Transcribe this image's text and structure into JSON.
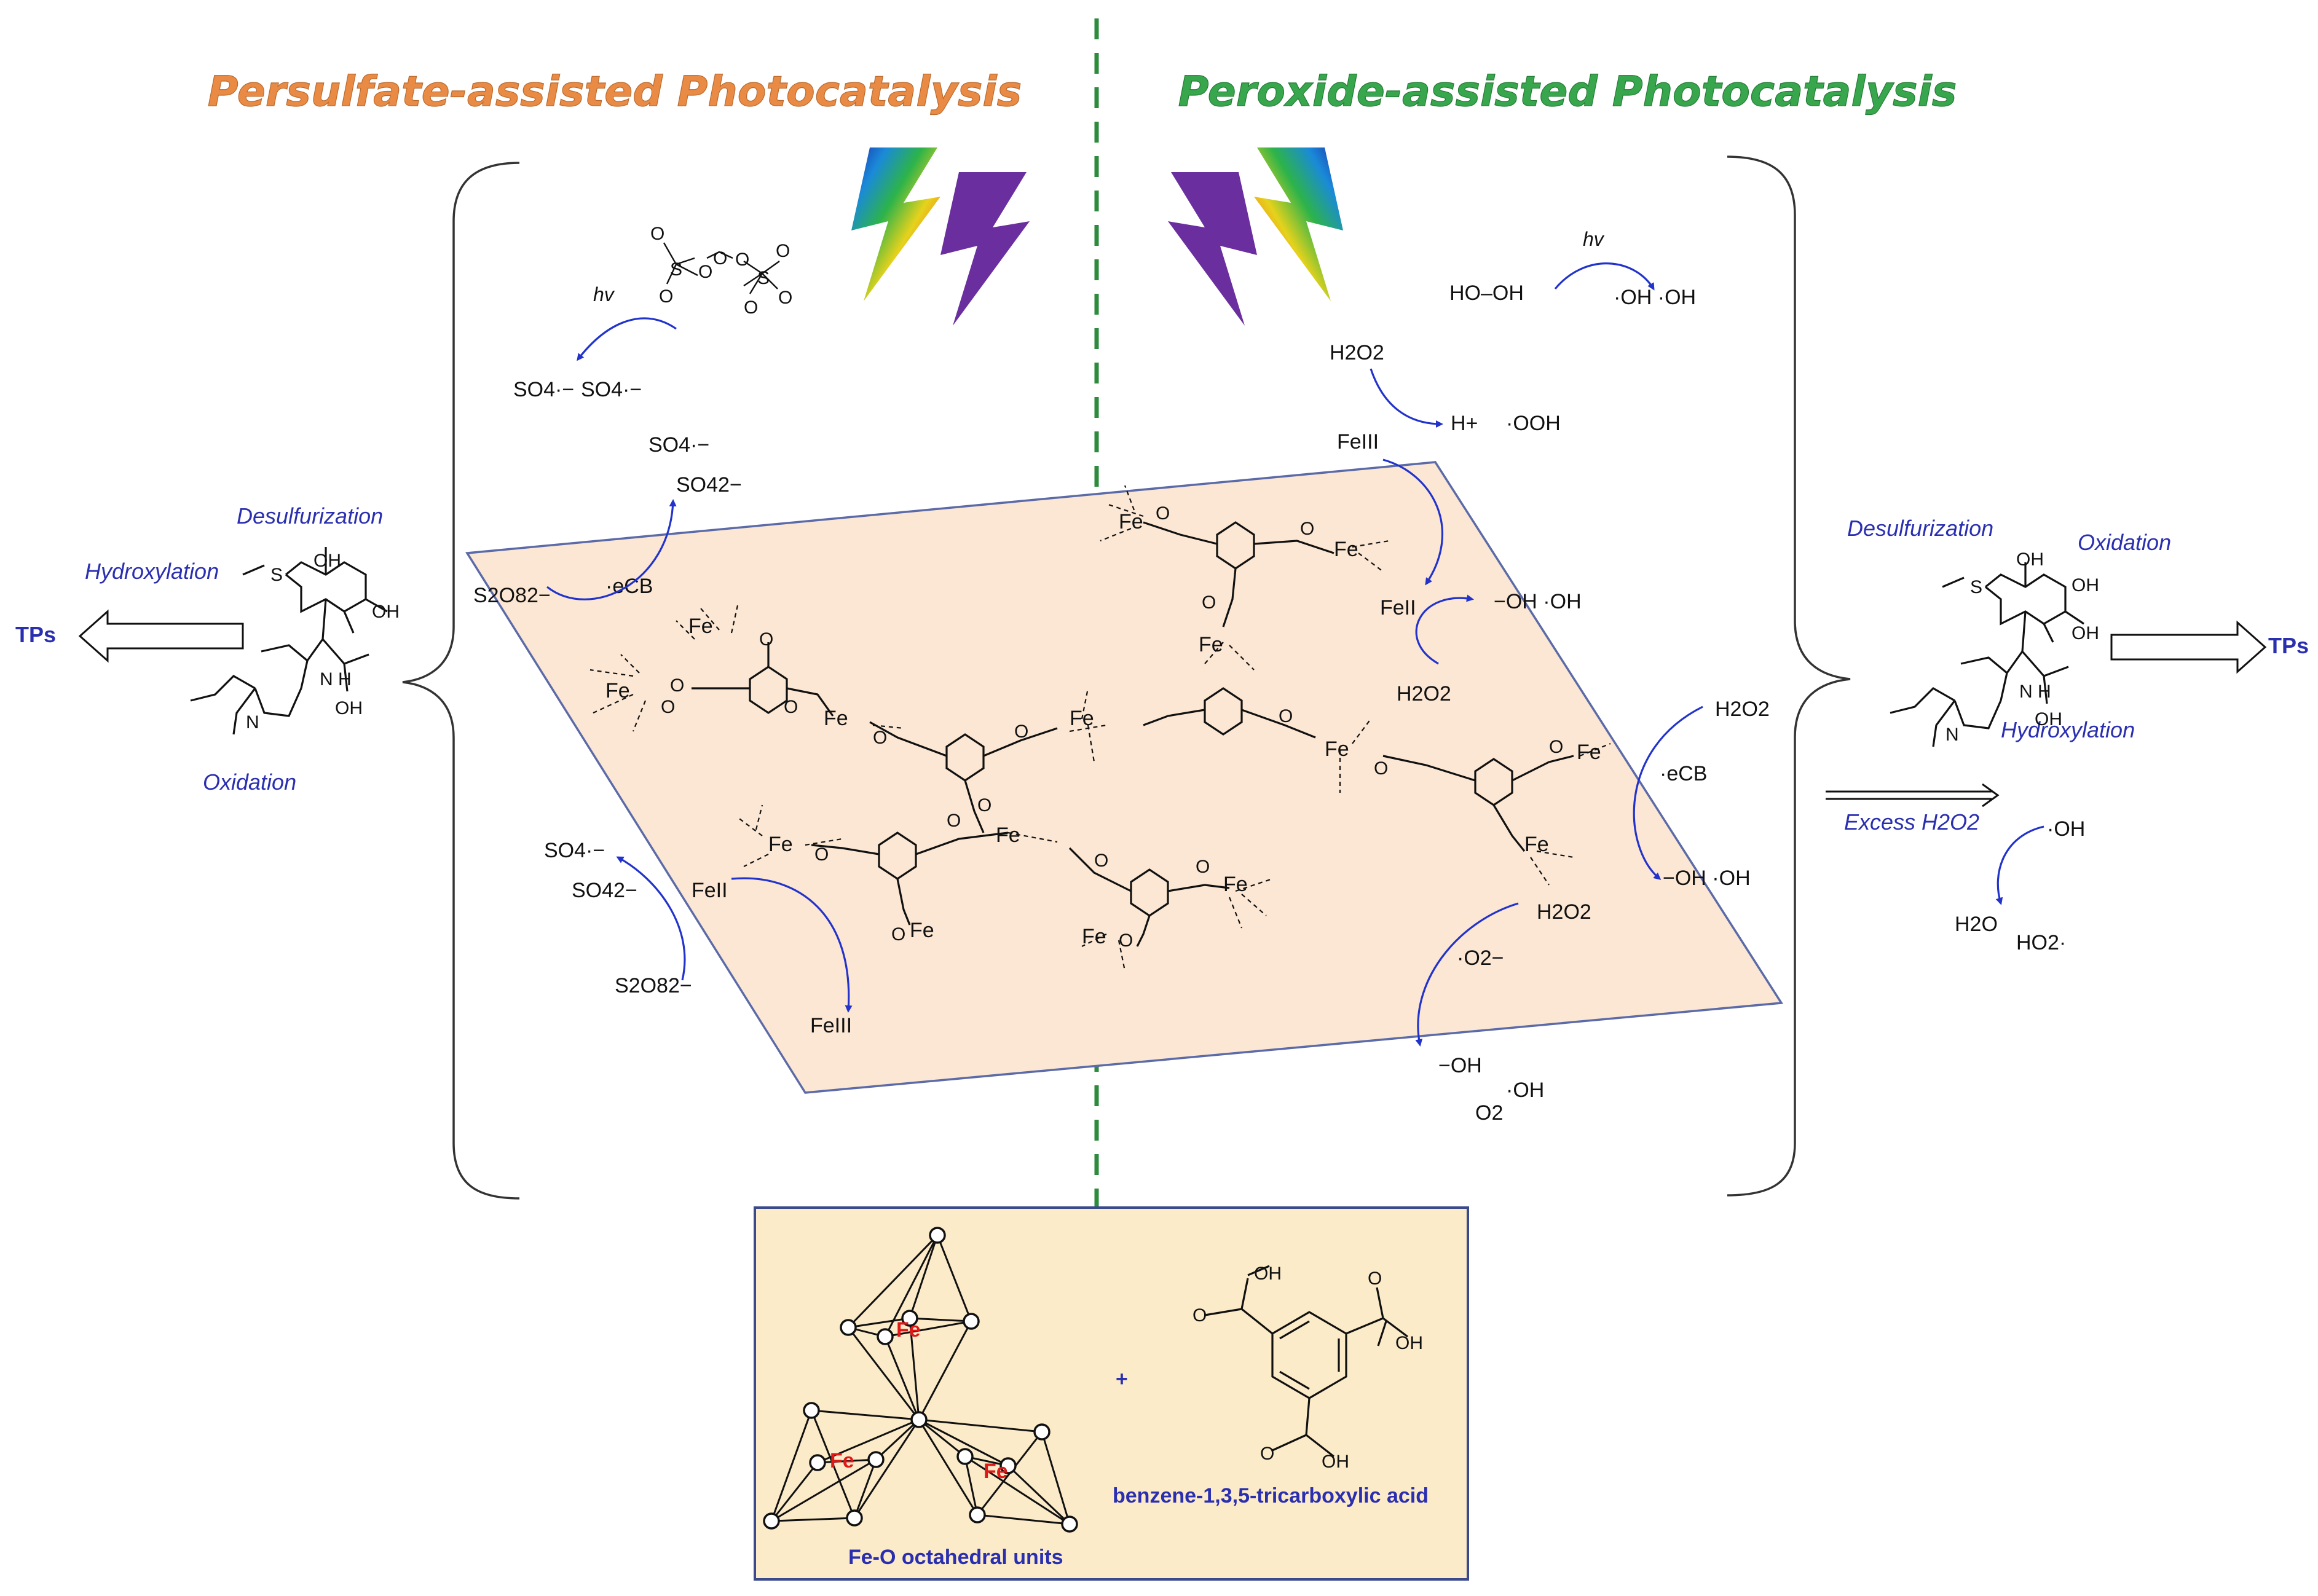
{
  "headers": {
    "left": "Persulfate-assisted Photocatalysis",
    "right": "Peroxide-assisted Photocatalysis"
  },
  "colors": {
    "left_header": "#E98A45",
    "right_header": "#37A64C",
    "plane_fill": "#FBE7D3",
    "plane_border": "#5B6AA8",
    "arrow_blue": "#2233cc",
    "divider_green": "#2E8B3E",
    "inset_fill": "#FCEBC9",
    "inset_border": "#3a4a8a",
    "bolt_purple": "#6A2E9E"
  },
  "icons": [
    "rainbow-lightning-icon",
    "purple-lightning-icon"
  ],
  "left": {
    "hv": "hv",
    "so4_rad_a": "SO4·−",
    "so4_rad_b": "SO4·−",
    "so4_rad_c": "SO4·−",
    "so4_2m": "SO42−",
    "s2o8": "S2O82−",
    "ecb": "·eCB",
    "so4_rad_low": "SO4·−",
    "so4_2m_low": "SO42−",
    "fe2": "FeII",
    "s2o8_low": "S2O82−",
    "fe3": "FeIII"
  },
  "right": {
    "hv": "hv",
    "hooh": "HO–OH",
    "oh_pair": "·OH  ·OH",
    "h2o2_a": "H2O2",
    "hplus": "H+",
    "ooh": "·OOH",
    "fe3": "FeIII",
    "fe2": "FeII",
    "oh_minus_oh": "−OH  ·OH",
    "h2o2_b": "H2O2",
    "h2o2_c": "H2O2",
    "ecb": "·eCB",
    "oh_minus_oh_b": "−OH  ·OH",
    "h2o2_d": "H2O2",
    "o2_rad": "·O2−",
    "oh_minus_low": "−OH",
    "o2": "O2",
    "oh_low": "·OH",
    "excess": "Excess H2O2",
    "oh_rad": "·OH",
    "h2o": "H2O",
    "ho2": "HO2·"
  },
  "lincomycin_left": {
    "desulfurization": "Desulfurization",
    "hydroxylation": "Hydroxylation",
    "oxidation": "Oxidation",
    "tps": "TPs",
    "s": "S",
    "oh1": "OH",
    "oh2": "OH",
    "oh3": "OH",
    "n_h": "N H",
    "n_me": "N"
  },
  "lincomycin_right": {
    "desulfurization": "Desulfurization",
    "oxidation": "Oxidation",
    "hydroxylation": "Hydroxylation",
    "tps": "TPs",
    "s": "S",
    "oh1": "OH",
    "oh2": "OH",
    "oh3": "OH",
    "oh4": "OH",
    "n_h": "N H",
    "n_me": "N"
  },
  "mof": {
    "fe": "Fe",
    "o": "O"
  },
  "inset": {
    "caption_left": "Fe-O octahedral units",
    "plus": "+",
    "caption_right": "benzene-1,3,5-tricarboxylic acid",
    "fe": "Fe",
    "o": "O",
    "oh": "OH"
  }
}
